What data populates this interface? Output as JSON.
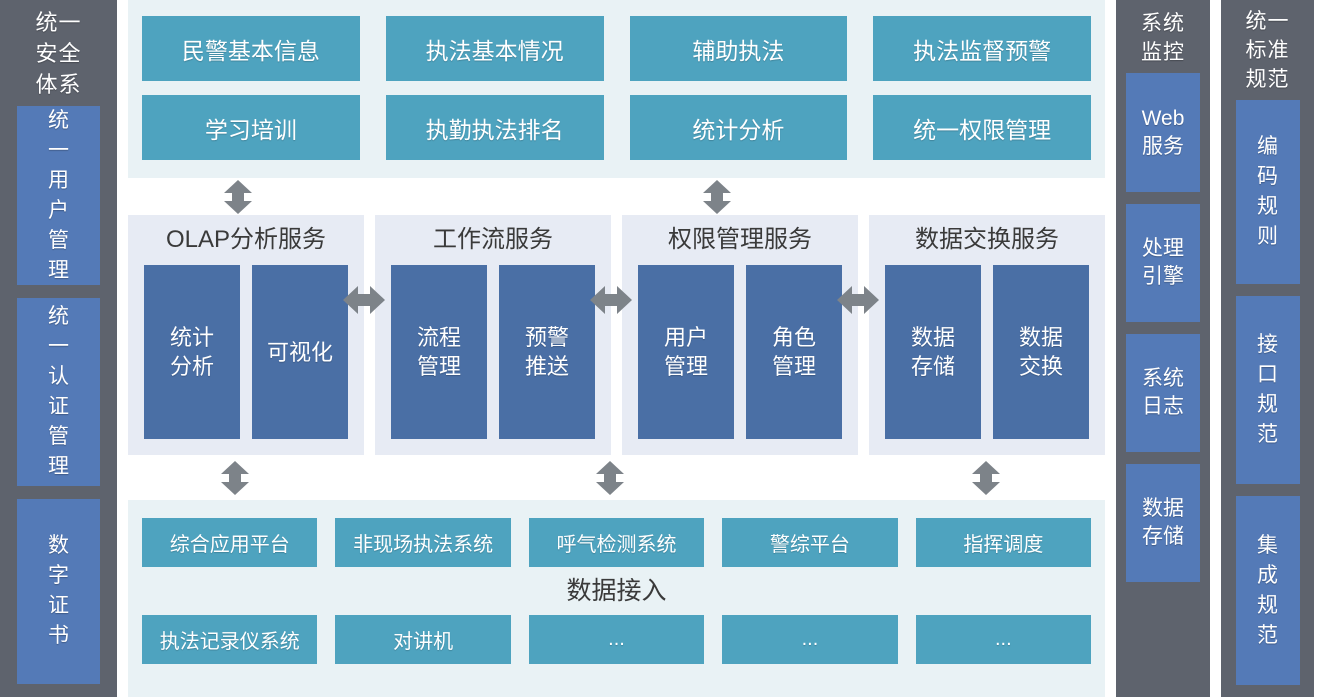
{
  "pillars": {
    "security": {
      "title": "统一\n安全\n体系",
      "items": [
        {
          "label": "统\n一\n用\n户\n管\n理"
        },
        {
          "label": "统\n一\n认\n证\n管\n理"
        },
        {
          "label": "数\n字\n证\n书"
        }
      ]
    },
    "monitor": {
      "title": "系统\n监控",
      "items": [
        {
          "label": "Web\n服务"
        },
        {
          "label": "处理\n引擎"
        },
        {
          "label": "系统\n日志"
        },
        {
          "label": "数据\n存储"
        }
      ]
    },
    "standards": {
      "title": "统一\n标准\n规范",
      "items": [
        {
          "label": "编\n码\n规\n则"
        },
        {
          "label": "接\n口\n规\n范"
        },
        {
          "label": "集\n成\n规\n范"
        }
      ]
    }
  },
  "application_layer": {
    "row1": [
      {
        "label": "民警基本信息"
      },
      {
        "label": "执法基本情况"
      },
      {
        "label": "辅助执法"
      },
      {
        "label": "执法监督预警"
      }
    ],
    "row2": [
      {
        "label": "学习培训"
      },
      {
        "label": "执勤执法排名"
      },
      {
        "label": "统计分析"
      },
      {
        "label": "统一权限管理"
      }
    ]
  },
  "service_layer": {
    "panels": [
      {
        "title": "OLAP分析服务",
        "boxes": [
          {
            "label": "统计\n分析"
          },
          {
            "label": "可视化"
          }
        ]
      },
      {
        "title": "工作流服务",
        "boxes": [
          {
            "label": "流程\n管理"
          },
          {
            "label": "预警\n推送"
          }
        ]
      },
      {
        "title": "权限管理服务",
        "boxes": [
          {
            "label": "用户\n管理"
          },
          {
            "label": "角色\n管理"
          }
        ]
      },
      {
        "title": "数据交换服务",
        "boxes": [
          {
            "label": "数据\n存储"
          },
          {
            "label": "数据\n交换"
          }
        ]
      }
    ]
  },
  "data_layer": {
    "row1": [
      {
        "label": "综合应用平台"
      },
      {
        "label": "非现场执法系统"
      },
      {
        "label": "呼气检测系统"
      },
      {
        "label": "警综平台"
      },
      {
        "label": "指挥调度"
      }
    ],
    "center_label": "数据接入",
    "row2": [
      {
        "label": "执法记录仪系统"
      },
      {
        "label": "对讲机"
      },
      {
        "label": "..."
      },
      {
        "label": "..."
      },
      {
        "label": "..."
      }
    ]
  },
  "connectors": {
    "up_down_icon": "double-arrow-vertical-icon",
    "left_right_icon": "double-arrow-horizontal-icon"
  },
  "colors": {
    "pillar_bg": "#5e636d",
    "pillar_box": "#547ab7",
    "app_band_bg": "#e9f2f5",
    "app_box": "#4ea3bf",
    "service_panel_bg": "#e7ebf4",
    "service_box": "#4a6fa5",
    "arrow": "#7d8389"
  }
}
